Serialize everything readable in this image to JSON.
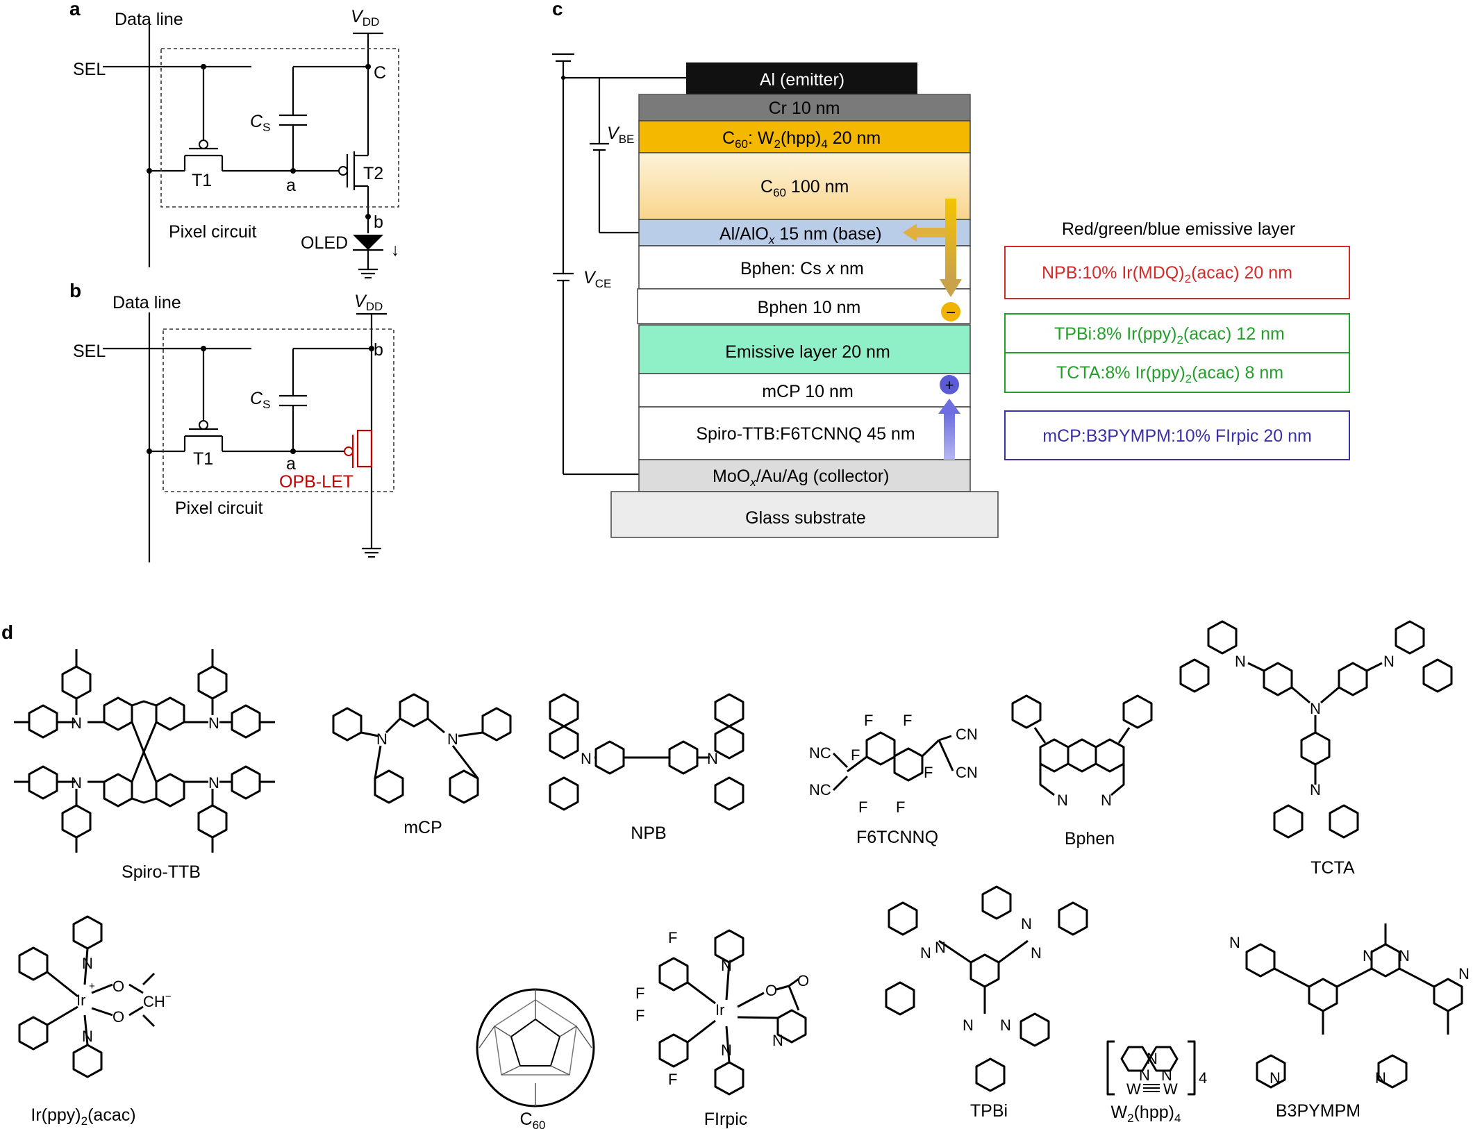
{
  "figure": {
    "panel_labels": {
      "a": "a",
      "b": "b",
      "c": "c",
      "d": "d"
    },
    "panel_a": {
      "data_line": "Data line",
      "sel": "SEL",
      "vdd_main": "V",
      "vdd_sub": "DD",
      "node_c": "C",
      "cs_main": "C",
      "cs_sub": "S",
      "t1": "T1",
      "t2": "T2",
      "node_a": "a",
      "node_b": "b",
      "pixel_circuit": "Pixel circuit",
      "oled": "OLED",
      "arrow": "↓"
    },
    "panel_b": {
      "data_line": "Data line",
      "sel": "SEL",
      "vdd_main": "V",
      "vdd_sub": "DD",
      "node_b": "b",
      "cs_main": "C",
      "cs_sub": "S",
      "t1": "T1",
      "node_a": "a",
      "opb_let": "OPB-LET",
      "pixel_circuit": "Pixel circuit",
      "opb_color": "#c00000"
    },
    "panel_c": {
      "vbe_main": "V",
      "vbe_sub": "BE",
      "vce_main": "V",
      "vce_sub": "CE",
      "layers": {
        "emitter": "Al (emitter)",
        "cr": "Cr 10 nm",
        "c60w_a": "C",
        "c60w_a_sub": "60",
        "c60w_b": ": W",
        "c60w_b_sub": "2",
        "c60w_c": "(hpp)",
        "c60w_c_sub": "4",
        "c60w_d": " 20 nm",
        "c60_a": "C",
        "c60_a_sub": "60",
        "c60_b": " 100 nm",
        "base_a": "Al/AlO",
        "base_x": "x",
        "base_b": " 15 nm (base)",
        "bphen_cs_a": "Bphen: Cs ",
        "bphen_cs_x": "x",
        "bphen_cs_b": " nm",
        "bphen": "Bphen 10 nm",
        "emissive": "Emissive layer 20 nm",
        "mcp": "mCP 10 nm",
        "spiro": "Spiro-TTB:F6TCNNQ 45 nm",
        "collector_a": "MoO",
        "collector_x": "x",
        "collector_b": "/Au/Ag (collector)",
        "glass": "Glass substrate"
      },
      "minus": "−",
      "plus": "+",
      "rgb_title": "Red/green/blue emissive layer",
      "red_a": "NPB:10% Ir(MDQ)",
      "red_sub": "2",
      "red_b": "(acac) 20 nm",
      "green1_a": "TPBi:8% Ir(ppy)",
      "green1_sub": "2",
      "green1_b": "(acac) 12 nm",
      "green2_a": "TCTA:8% Ir(ppy)",
      "green2_sub": "2",
      "green2_b": "(acac) 8 nm",
      "blue": "mCP:B3PYMPM:10% FIrpic 20 nm",
      "colors": {
        "red": "#d42a2a",
        "green": "#22a02a",
        "blue": "#3a30a8",
        "emitter": "#111111",
        "cr": "#7a7a7a",
        "c60w": "#f5b800",
        "c60_top": "#fdf3da",
        "c60_bottom": "#f9d58c",
        "base": "#b9cde8",
        "emissive": "#8ff0c7",
        "collector": "#dcdcdc",
        "glass": "#ececec",
        "electron": "#f0b400",
        "hole": "#5b5bd6"
      }
    },
    "panel_d": {
      "spiro_ttb": "Spiro-TTB",
      "mcp": "mCP",
      "npb": "NPB",
      "f6tcnnq": "F6TCNNQ",
      "bphen": "Bphen",
      "tcta": "TCTA",
      "irppy_a": "Ir(ppy)",
      "irppy_sub": "2",
      "irppy_b": "(acac)",
      "c60_a": "C",
      "c60_sub": "60",
      "firpic": "FIrpic",
      "tpbi": "TPBi",
      "w2_a": "W",
      "w2_sub1": "2",
      "w2_b": "(hpp)",
      "w2_sub2": "4",
      "b3pympm": "B3PYMPM",
      "atoms": {
        "N": "N",
        "F": "F",
        "NC": "NC",
        "CN": "CN",
        "O": "O",
        "Ir": "Ir",
        "W": "W",
        "CH": "CH",
        "four": "4",
        "plus": "+",
        "minus": "−"
      }
    }
  }
}
